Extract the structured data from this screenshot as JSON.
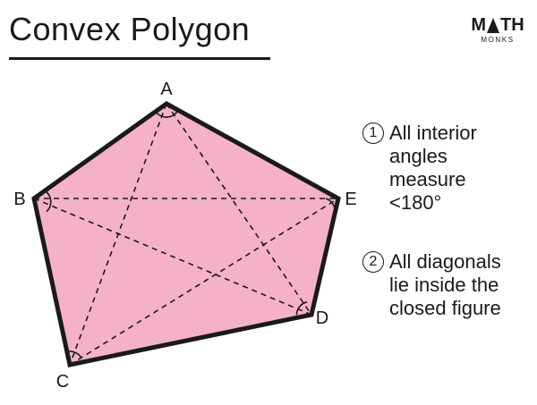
{
  "title": "Convex Polygon",
  "logo": {
    "letters_before": "M",
    "letters_after": "TH",
    "subtitle": "MONKS"
  },
  "vertices": [
    {
      "id": "A",
      "label": "A"
    },
    {
      "id": "B",
      "label": "B"
    },
    {
      "id": "C",
      "label": "C"
    },
    {
      "id": "D",
      "label": "D"
    },
    {
      "id": "E",
      "label": "E"
    }
  ],
  "properties": [
    {
      "number": "1",
      "lines": [
        "All interior",
        "angles",
        "measure",
        "<180°"
      ]
    },
    {
      "number": "2",
      "lines": [
        "All diagonals",
        "lie inside the",
        "closed figure"
      ]
    }
  ],
  "colors": {
    "fill": "#f5b1c9",
    "stroke": "#1a1a1a"
  }
}
